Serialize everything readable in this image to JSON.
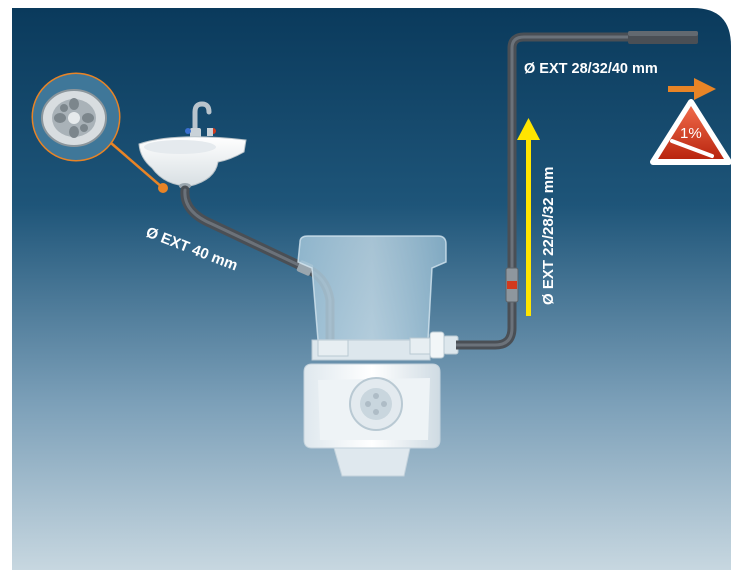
{
  "labels": {
    "sink_pipe": "Ø EXT 40 mm",
    "riser_pipe": "Ø EXT 22/28/32 mm",
    "top_pipe": "Ø EXT 28/32/40 mm",
    "slope": "1%"
  },
  "icons": {
    "drain_detail": "sink-drain-strainer-icon",
    "slope_warning": "warning-triangle-icon",
    "flow_arrow": "orange-arrow-right-icon",
    "upward_arrow": "yellow-arrow-up-icon"
  },
  "colors": {
    "background_top": "#0a3a5c",
    "background_bottom": "#c7d7e0",
    "accent_orange": "#e88426",
    "arrow_yellow": "#ffe500",
    "warning_red": "#d23a1e",
    "pipe_gray": "#4a4f55"
  }
}
